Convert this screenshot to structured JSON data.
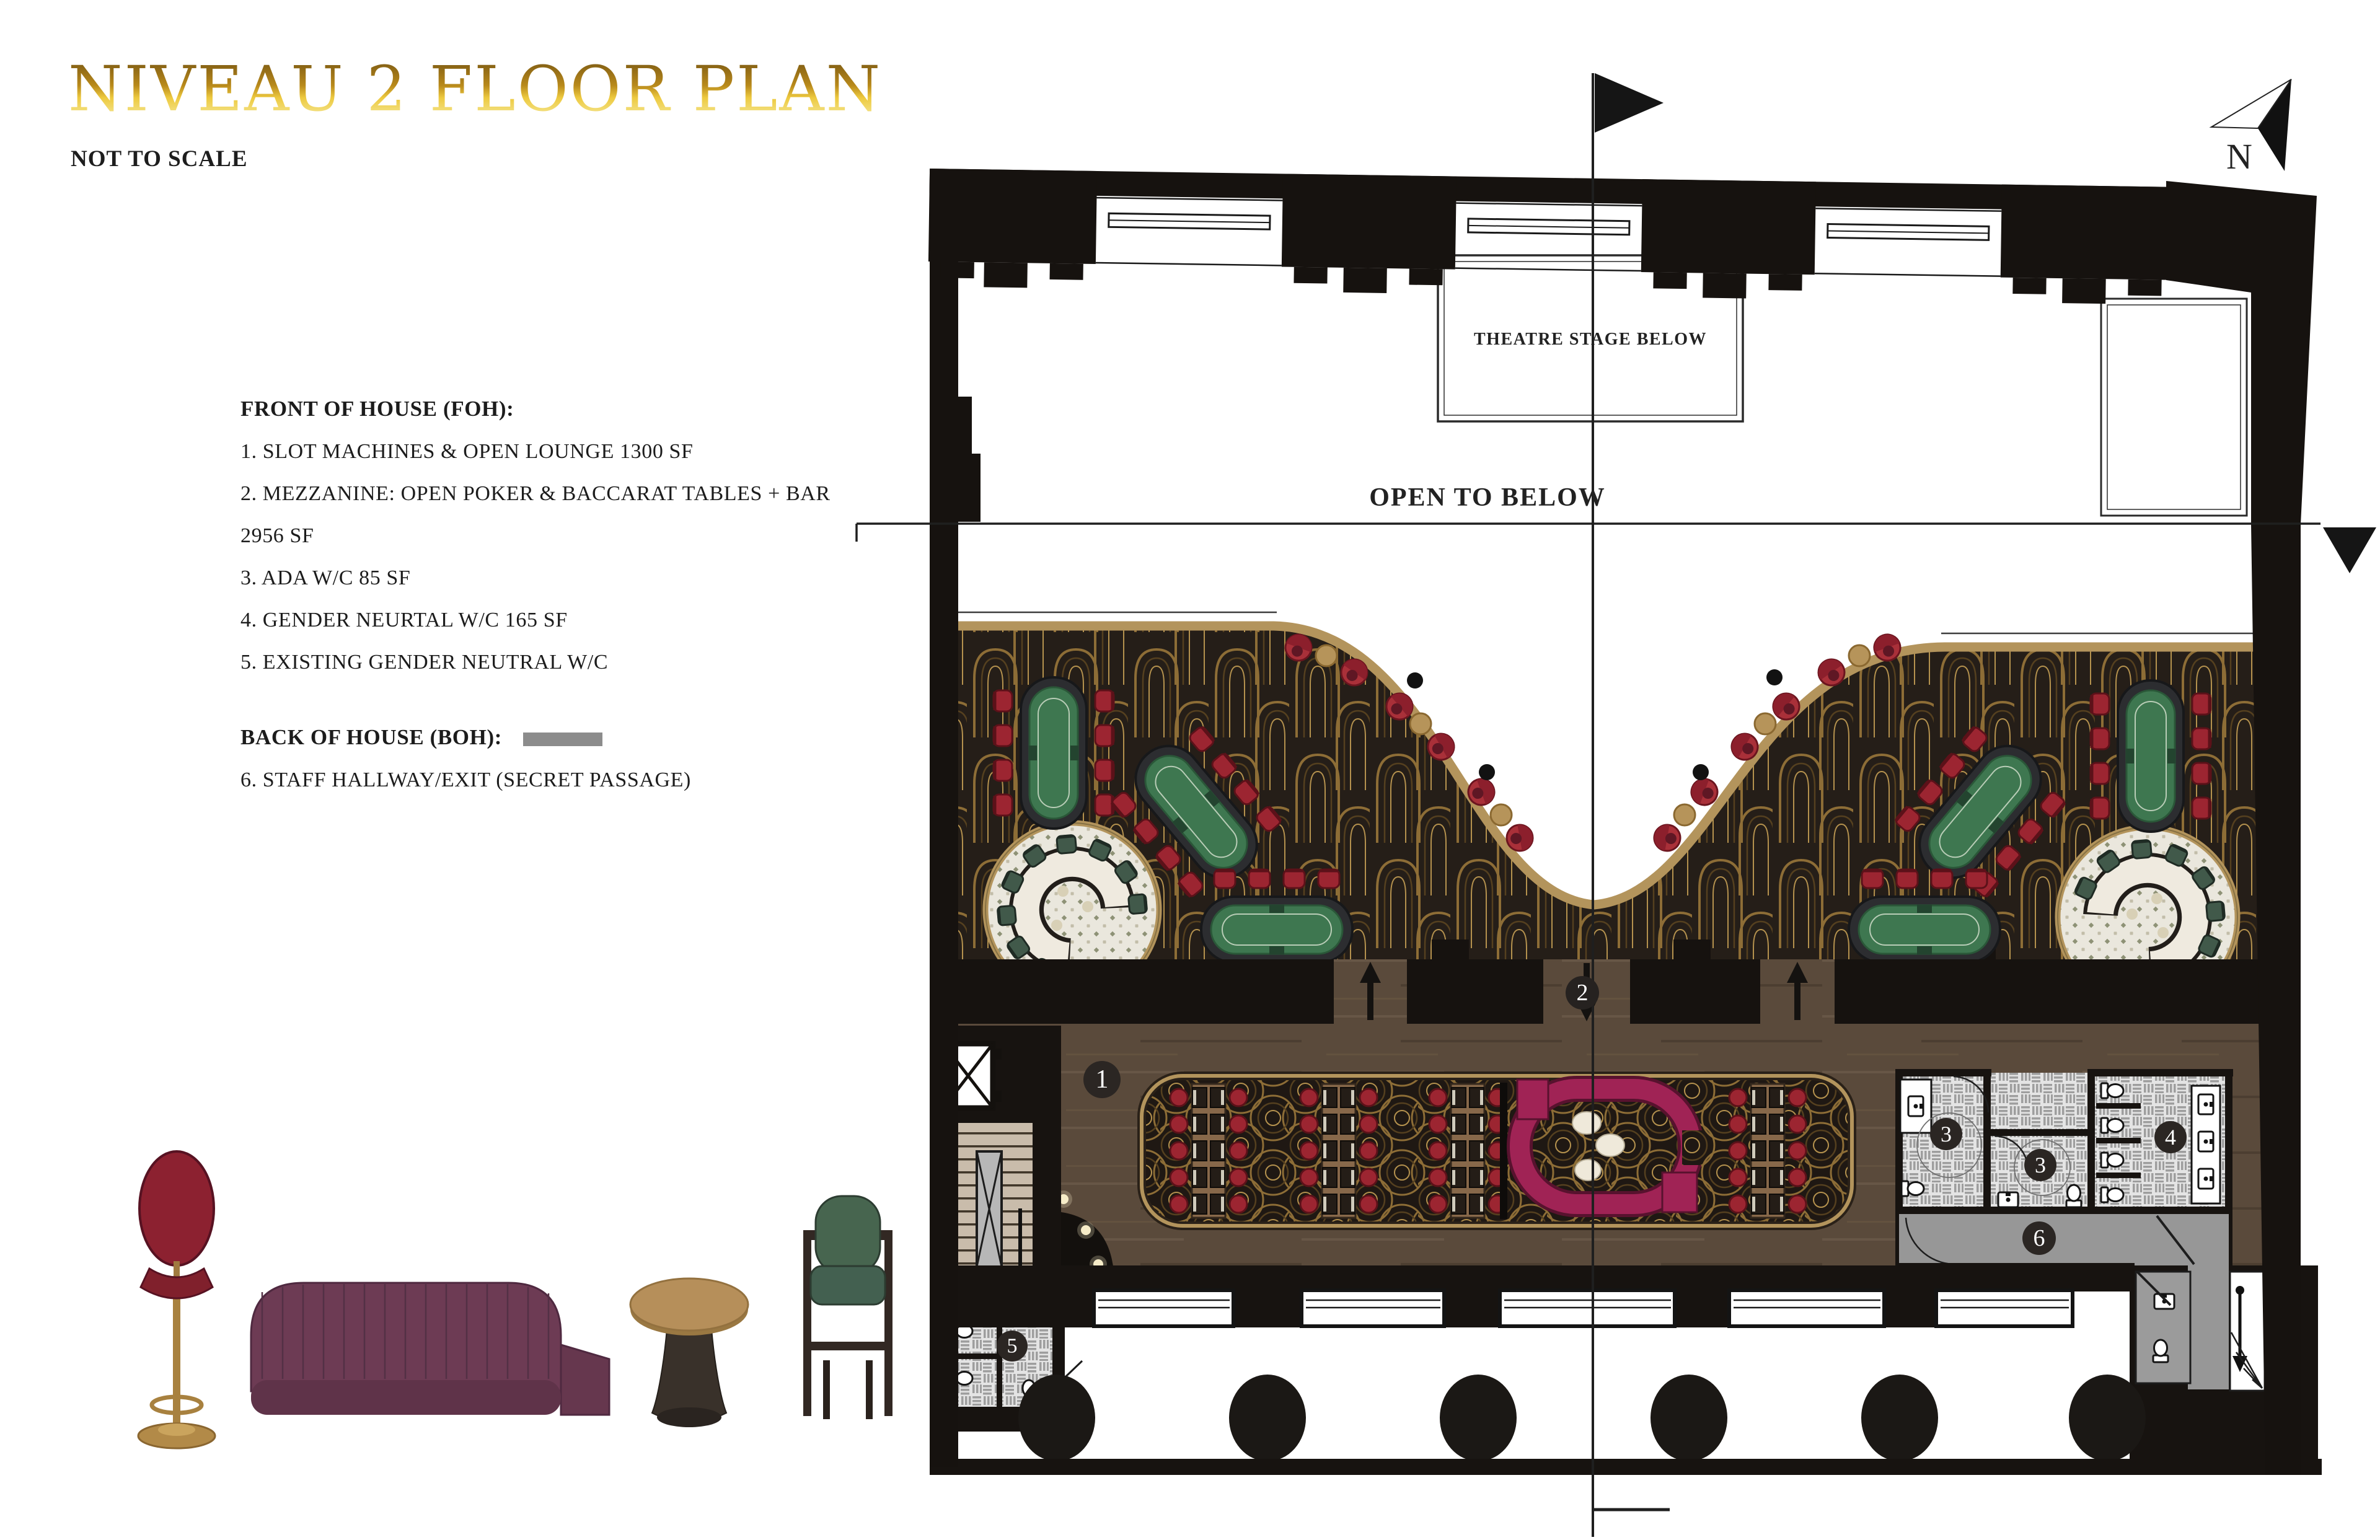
{
  "header": {
    "title": "NIVEAU 2 FLOOR PLAN",
    "subtitle": "NOT TO SCALE"
  },
  "legend": {
    "foh_heading": "FRONT OF HOUSE (FOH):",
    "foh_items": [
      "1. SLOT MACHINES & OPEN LOUNGE 1300 SF",
      "2. MEZZANINE: OPEN POKER & BACCARAT TABLES + BAR",
      "2956 SF",
      "3. ADA W/C 85 SF",
      "4. GENDER NEURTAL W/C 165 SF",
      "5. EXISTING GENDER NEUTRAL W/C"
    ],
    "boh_heading": "BACK OF HOUSE (BOH):",
    "boh_item": "6. STAFF HALLWAY/EXIT (SECRET PASSAGE)",
    "boh_swatch_color": "#8c8c8c"
  },
  "plan": {
    "theatre_label": "THEATRE STAGE BELOW",
    "open_label": "OPEN TO BELOW",
    "north_label": "N",
    "badges": {
      "b1": "1",
      "b2": "2",
      "b3a": "3",
      "b3b": "3",
      "b4": "4",
      "b5": "5",
      "b6": "6"
    }
  },
  "furniture": [
    {
      "name": "red-bar-stool"
    },
    {
      "name": "plum-curved-banquette-sofa"
    },
    {
      "name": "round-pedestal-side-table"
    },
    {
      "name": "green-bar-chair"
    }
  ],
  "colors": {
    "title_gold": "#c29a1e",
    "gold_trim": "#b3945c",
    "carpet_gold": "#8d6d36",
    "poker_felt_green": "#3e7750",
    "chair_red": "#9c2531",
    "bar_magenta": "#a02355",
    "boh_gray": "#8c8c8c",
    "wall_black": "#16120f",
    "wood_brown": "#5a4a3b"
  }
}
